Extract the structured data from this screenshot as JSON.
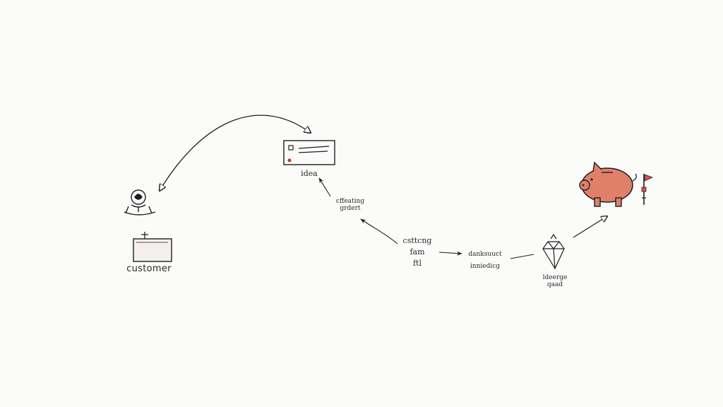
{
  "diagram": {
    "nodes": {
      "customer": {
        "label": "customer"
      },
      "idea": {
        "label": "idea"
      },
      "step_1": {
        "line1": "cffeating",
        "line2": "grdert"
      },
      "step_2": {
        "line1": "csttcng",
        "line2": "fam",
        "line3": "ftl"
      },
      "step_3": {
        "line1": "danksuuct",
        "line2": "inniedicg"
      },
      "step_4": {
        "line1": "ldeerge",
        "line2": "qaad"
      }
    },
    "colors": {
      "ink": "#1f1f1f",
      "piggy_bank": "#e07f6a",
      "flag": "#d9534f",
      "box_fill": "#f2efec"
    },
    "icons": {
      "customer": "person-icon",
      "idea": "card-icon",
      "step_4": "diamond-icon",
      "goal": "piggy-bank-icon",
      "goal_flag": "flag-icon"
    }
  }
}
